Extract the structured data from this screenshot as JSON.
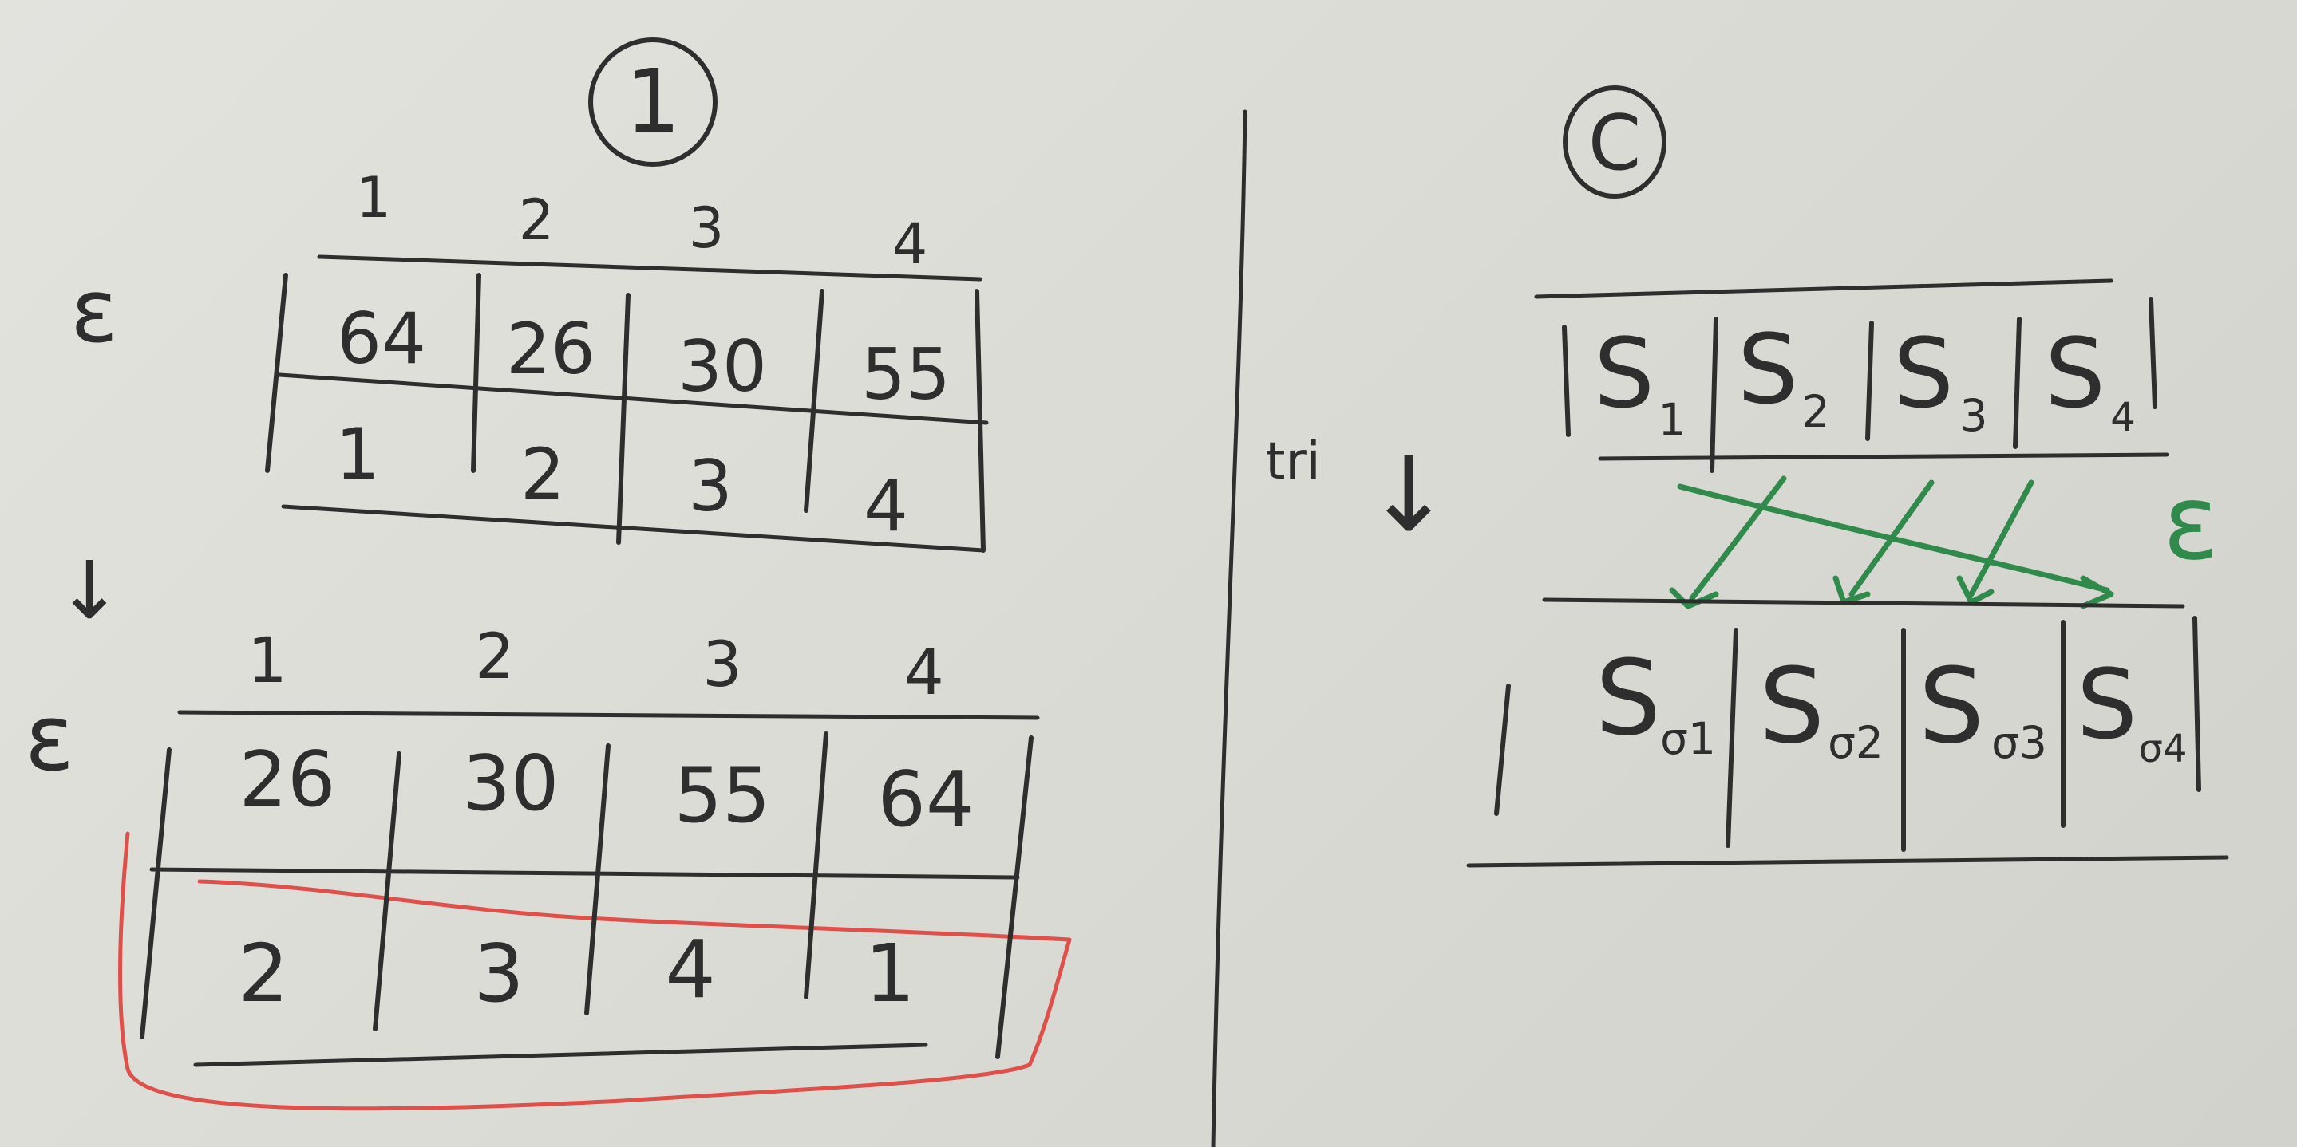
{
  "left": {
    "section_label": "1",
    "table1": {
      "column_headers": [
        "1",
        "2",
        "3",
        "4"
      ],
      "row_label": "ε",
      "values": [
        "64",
        "26",
        "30",
        "55"
      ],
      "indices": [
        "1",
        "2",
        "3",
        "4"
      ]
    },
    "down_arrow": "↓",
    "table2": {
      "column_headers": [
        "1",
        "2",
        "3",
        "4"
      ],
      "row_label": "ε",
      "values": [
        "26",
        "30",
        "55",
        "64"
      ],
      "indices": [
        "2",
        "3",
        "4",
        "1"
      ]
    }
  },
  "middle": {
    "note": "tri",
    "down_arrow": "↓"
  },
  "right": {
    "section_label": "C",
    "top_row": [
      {
        "base": "S",
        "sub": "1"
      },
      {
        "base": "S",
        "sub": "2"
      },
      {
        "base": "S",
        "sub": "3"
      },
      {
        "base": "S",
        "sub": "4"
      }
    ],
    "green_label": "ε",
    "bottom_row": [
      {
        "base": "S",
        "sub": "σ1"
      },
      {
        "base": "S",
        "sub": "σ2"
      },
      {
        "base": "S",
        "sub": "σ3"
      },
      {
        "base": "S",
        "sub": "σ4"
      }
    ]
  },
  "colors": {
    "ink": "#2e2e2e",
    "red_highlight": "#e0504a",
    "green_ink": "#2f8a4c",
    "whiteboard": "#dddcd6"
  }
}
